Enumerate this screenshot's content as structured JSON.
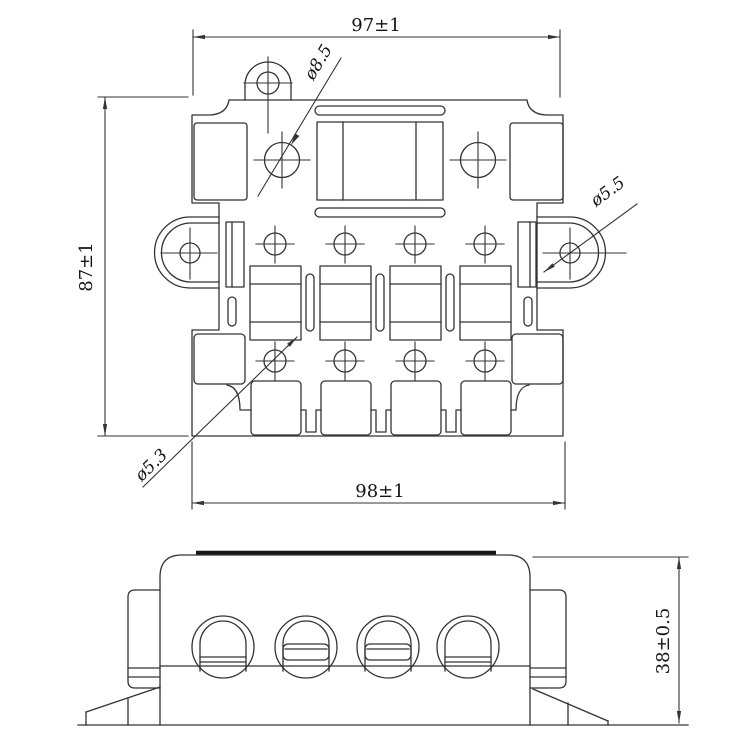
{
  "drawing": {
    "dimensions": {
      "top_width": "97±1",
      "left_height": "87±1",
      "bottom_width": "98±1",
      "front_height": "38±0.5"
    },
    "callouts": {
      "top_mount_hole": "ø8.5",
      "side_ear_hole": "ø5.5",
      "terminal_hole": "ø5.3"
    },
    "colors": {
      "background": "#ffffff",
      "line": "#333333",
      "text": "#141414"
    }
  }
}
